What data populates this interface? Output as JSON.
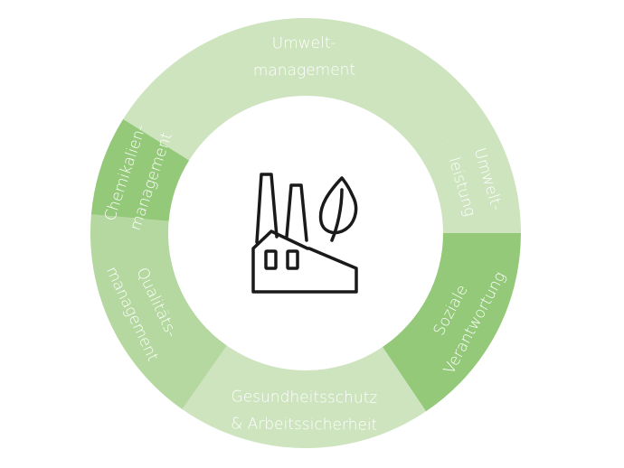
{
  "center_icon": "factory-leaf-icon",
  "colors": {
    "light": "#cde4bf",
    "mid": "#b5d8a0",
    "dark": "#93c978",
    "text": "#ffffff",
    "icon": "#1a1a1a"
  },
  "segments": [
    {
      "id": "umweltmanagement",
      "lines": [
        "Umwelt-",
        "management"
      ],
      "tone": "light"
    },
    {
      "id": "umweltleistung",
      "lines": [
        "Umwelt-",
        "leistung"
      ],
      "tone": "light"
    },
    {
      "id": "soziale-verantwortung",
      "lines": [
        "Soziale",
        "Verantwortung"
      ],
      "tone": "dark"
    },
    {
      "id": "gesundheitsschutz-arbeitssicherheit",
      "lines": [
        "Gesundheitsschutz",
        "& Arbeitssicherheit"
      ],
      "tone": "light"
    },
    {
      "id": "qualitaetsmanagement",
      "lines": [
        "Qualitäts-",
        "management"
      ],
      "tone": "mid"
    },
    {
      "id": "chemikalienmanagement",
      "lines": [
        "Chemikalien-",
        "management"
      ],
      "tone": "dark"
    }
  ]
}
